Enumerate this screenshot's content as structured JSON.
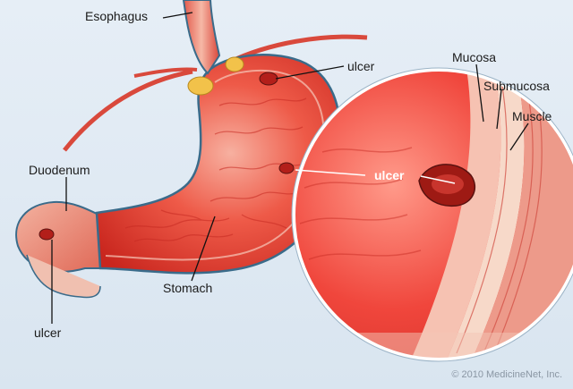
{
  "labels": {
    "esophagus": "Esophagus",
    "ulcer_top": "ulcer",
    "duodenum": "Duodenum",
    "ulcer_left": "ulcer",
    "stomach": "Stomach",
    "ulcer_zoom": "ulcer",
    "mucosa": "Mucosa",
    "submucosa": "Submucosa",
    "muscle": "Muscle"
  },
  "copyright": "© 2010 MedicineNet, Inc.",
  "colors": {
    "background": "#dfe9f2",
    "tissue_red": "#e8453b",
    "tissue_light": "#f39a8a",
    "outline": "#3a6b8a"
  }
}
